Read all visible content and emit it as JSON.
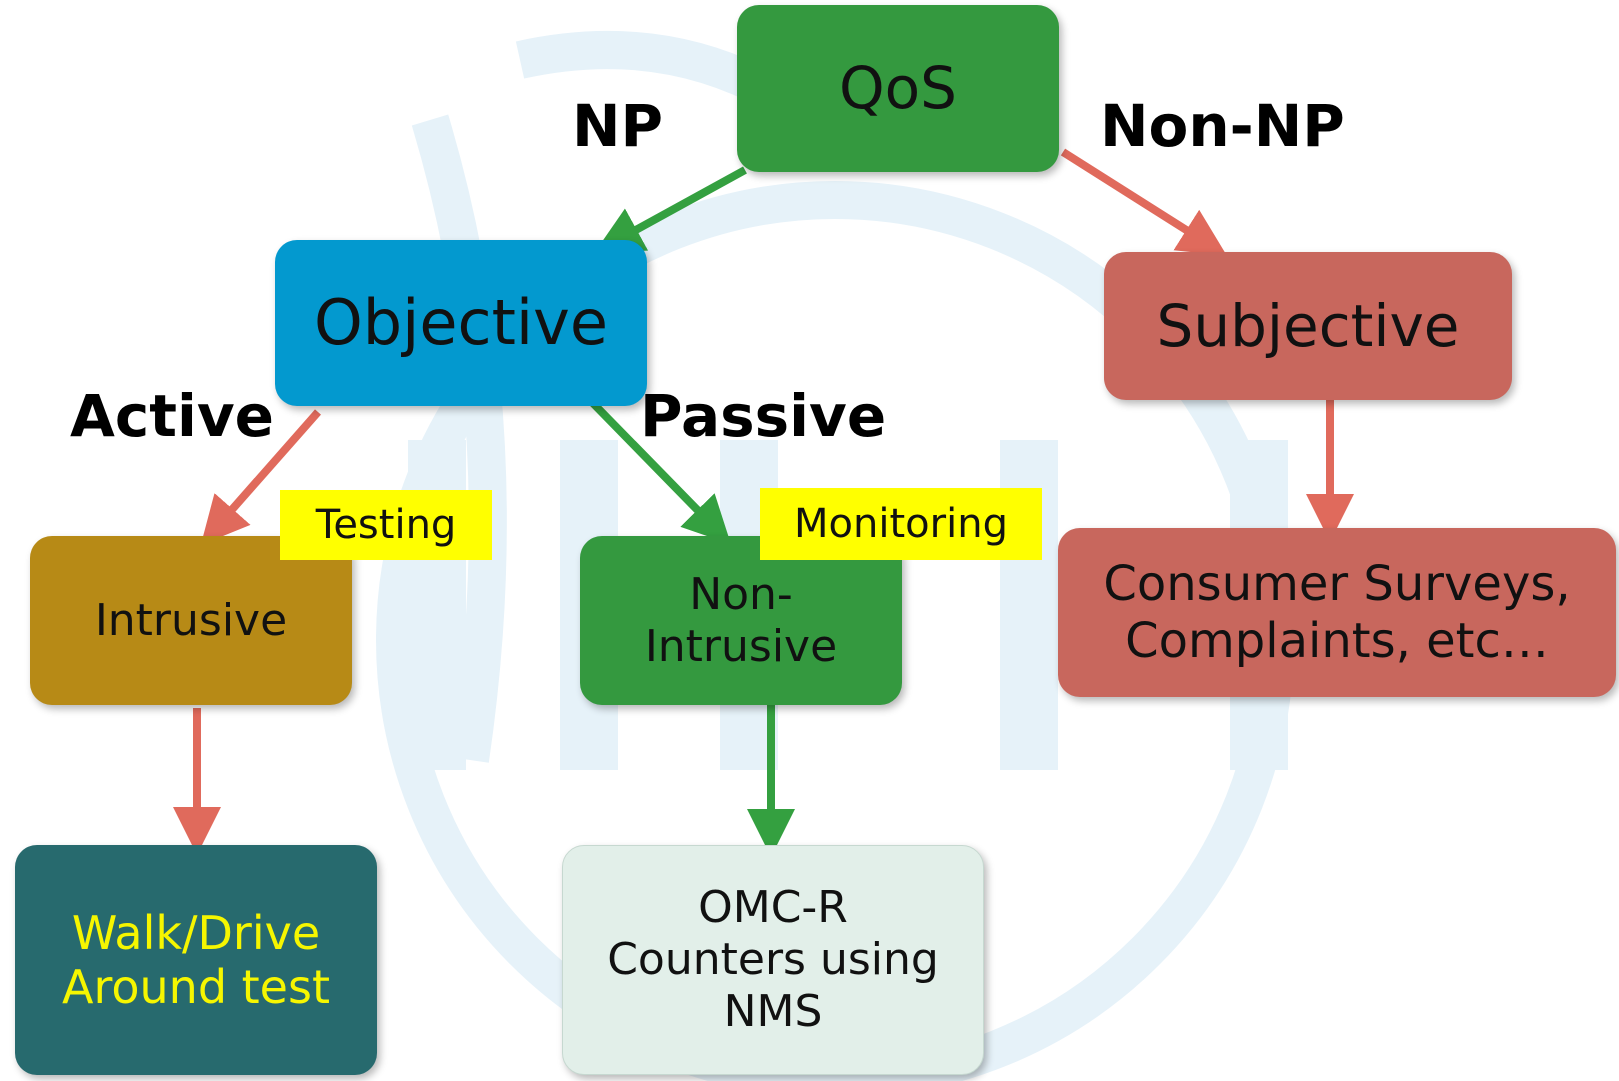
{
  "colors": {
    "qos": "#34993f",
    "objective": "#0399cf",
    "subjective": "#c8675d",
    "intrusive": "#b78a16",
    "non_intrusive": "#34993f",
    "consumer": "#c8675d",
    "walk_drive": "#276a6e",
    "omc_r": "#e2efe9",
    "tag_highlight": "#ffff00",
    "arrow_green": "#34a040",
    "arrow_red": "#e06a5c",
    "watermark": "#e6f2f9"
  },
  "nodes": {
    "qos": "QoS",
    "objective": "Objective",
    "subjective": "Subjective",
    "intrusive": "Intrusive",
    "non_intrusive": "Non-\nIntrusive",
    "consumer": "Consumer Surveys,\nComplaints, etc…",
    "walk_drive": "Walk/Drive\nAround test",
    "omc_r": "OMC-R\nCounters using\nNMS"
  },
  "edge_labels": {
    "np": "NP",
    "non_np": "Non-NP",
    "active": "Active",
    "passive": "Passive"
  },
  "tags": {
    "testing": "Testing",
    "monitoring": "Monitoring"
  },
  "watermark_icon": "itu-logo-icon"
}
